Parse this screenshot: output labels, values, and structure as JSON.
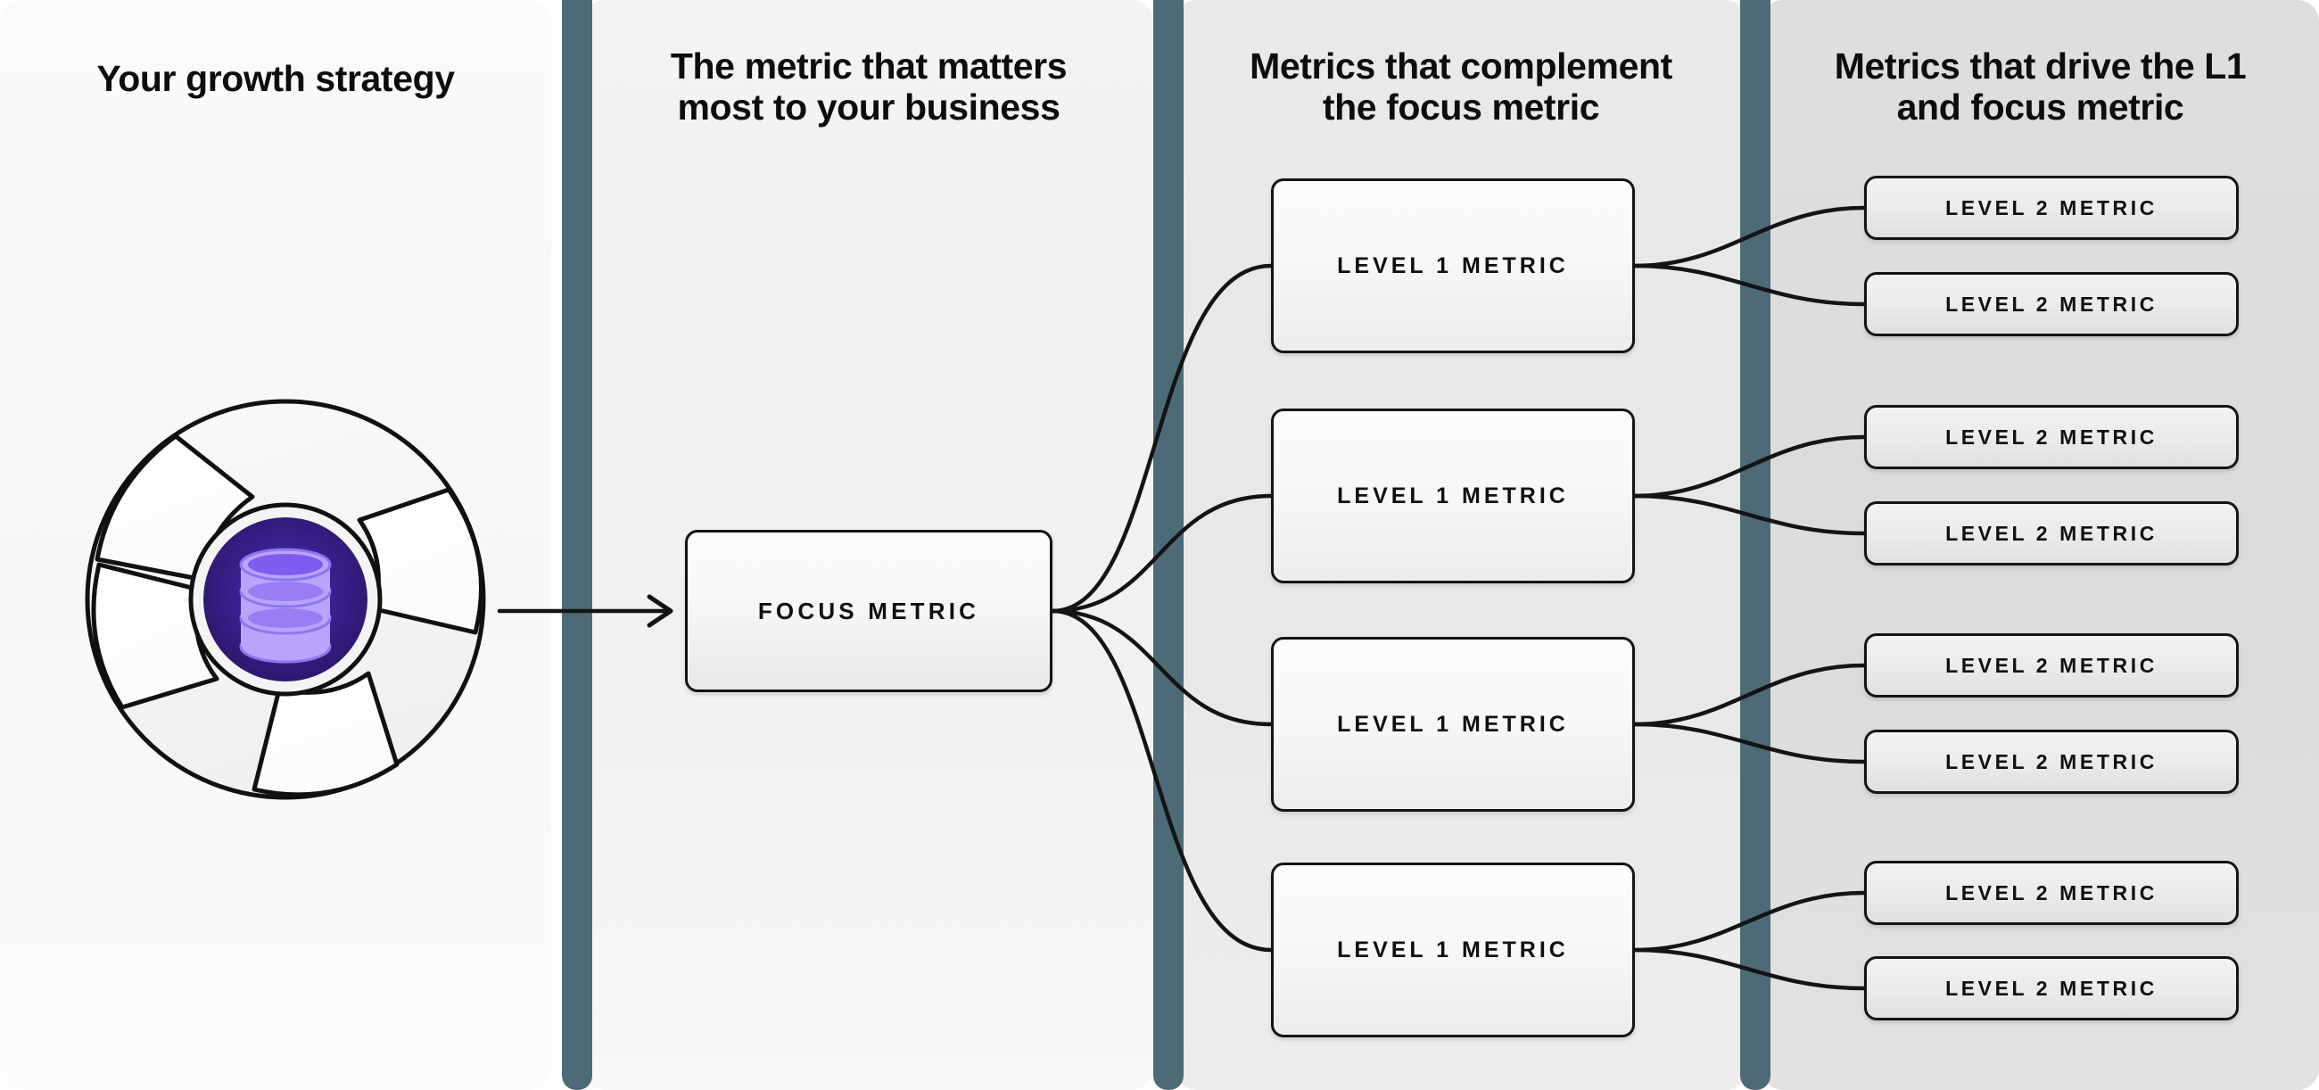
{
  "columns": [
    {
      "id": "growth-strategy",
      "title_lines": [
        "Your growth strategy"
      ]
    },
    {
      "id": "focus-metric",
      "title_lines": [
        "The metric that matters",
        "most to your business"
      ]
    },
    {
      "id": "level-1-metrics",
      "title_lines": [
        "Metrics that complement",
        "the focus metric"
      ]
    },
    {
      "id": "level-2-metrics",
      "title_lines": [
        "Metrics that drive the L1",
        "and focus metric"
      ]
    }
  ],
  "emblem": {
    "name": "growth-strategy-pinwheel",
    "center_icon": "database-icon",
    "outline_color": "#111111",
    "blade_color": "#ffffff",
    "disc_color": "#f7f7f7",
    "core_outer_color": "#2a1768",
    "core_inner_color": "#4c2fc0",
    "icon_color": "#b9a4fb"
  },
  "focus": {
    "label": "FOCUS METRIC"
  },
  "level1": [
    {
      "label": "LEVEL 1 METRIC"
    },
    {
      "label": "LEVEL 1 METRIC"
    },
    {
      "label": "LEVEL 1 METRIC"
    },
    {
      "label": "LEVEL 1 METRIC"
    }
  ],
  "level2": [
    [
      {
        "label": "LEVEL 2 METRIC"
      },
      {
        "label": "LEVEL 2 METRIC"
      }
    ],
    [
      {
        "label": "LEVEL 2 METRIC"
      },
      {
        "label": "LEVEL 2 METRIC"
      }
    ],
    [
      {
        "label": "LEVEL 2 METRIC"
      },
      {
        "label": "LEVEL 2 METRIC"
      }
    ],
    [
      {
        "label": "LEVEL 2 METRIC"
      },
      {
        "label": "LEVEL 2 METRIC"
      }
    ]
  ],
  "colors": {
    "divider": "#4d6b77",
    "panel_1": "#f8f8f8",
    "panel_2": "#f2f2f2",
    "panel_3": "#e8e8e8",
    "panel_4": "#dddddd",
    "stroke": "#141414",
    "accent_purple": "#4c2fc0"
  }
}
